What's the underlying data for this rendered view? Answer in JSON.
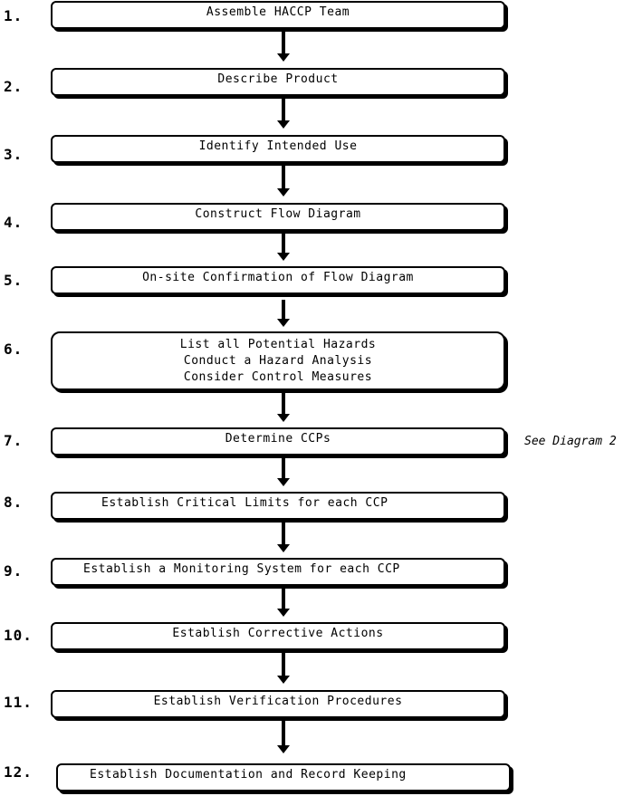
{
  "steps": [
    {
      "number": "1.",
      "lines": [
        "Assemble HACCP Team"
      ]
    },
    {
      "number": "2.",
      "lines": [
        "Describe Product"
      ]
    },
    {
      "number": "3.",
      "lines": [
        "Identify Intended Use"
      ]
    },
    {
      "number": "4.",
      "lines": [
        "Construct Flow Diagram"
      ]
    },
    {
      "number": "5.",
      "lines": [
        "On-site Confirmation of Flow Diagram"
      ]
    },
    {
      "number": "6.",
      "lines": [
        "List all Potential Hazards",
        "Conduct a Hazard Analysis",
        "Consider Control Measures"
      ]
    },
    {
      "number": "7.",
      "lines": [
        "Determine CCPs"
      ]
    },
    {
      "number": "8.",
      "lines": [
        "Establish Critical Limits for each CCP"
      ]
    },
    {
      "number": "9.",
      "lines": [
        "Establish a Monitoring System for each CCP"
      ]
    },
    {
      "number": "10.",
      "lines": [
        "Establish Corrective Actions"
      ]
    },
    {
      "number": "11.",
      "lines": [
        "Establish Verification Procedures"
      ]
    },
    {
      "number": "12.",
      "lines": [
        "Establish Documentation and Record Keeping"
      ]
    }
  ],
  "note": "See Diagram 2"
}
